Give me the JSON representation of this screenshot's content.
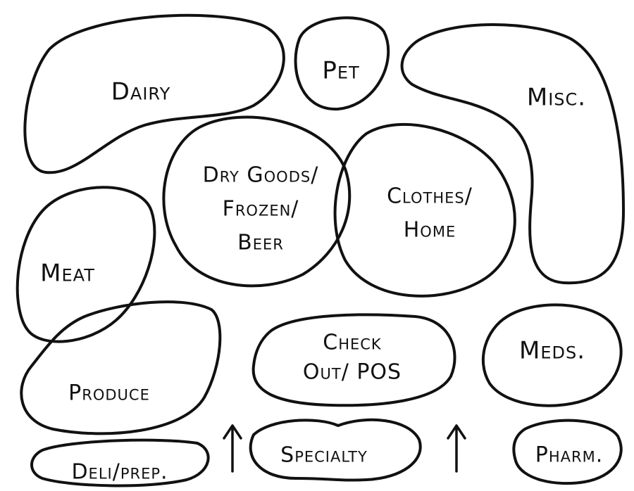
{
  "diagram": {
    "zones": [
      {
        "id": "dairy",
        "lines": [
          "Dairy"
        ]
      },
      {
        "id": "pet",
        "lines": [
          "Pet"
        ]
      },
      {
        "id": "misc",
        "lines": [
          "Misc."
        ]
      },
      {
        "id": "dry-goods",
        "lines": [
          "Dry Goods/",
          "Frozen/",
          "Beer"
        ]
      },
      {
        "id": "clothes-home",
        "lines": [
          "Clothes/",
          "Home"
        ]
      },
      {
        "id": "meat",
        "lines": [
          "Meat"
        ]
      },
      {
        "id": "checkout",
        "lines": [
          "Check",
          "Out/ POS"
        ]
      },
      {
        "id": "meds",
        "lines": [
          "Meds."
        ]
      },
      {
        "id": "produce",
        "lines": [
          "Produce"
        ]
      },
      {
        "id": "deli-prep",
        "lines": [
          "Deli/prep."
        ]
      },
      {
        "id": "specialty",
        "lines": [
          "Specialty"
        ]
      },
      {
        "id": "pharm",
        "lines": [
          "Pharm."
        ]
      }
    ],
    "arrows": [
      {
        "id": "entrance-left",
        "icon": "up-arrow-icon"
      },
      {
        "id": "entrance-right",
        "icon": "up-arrow-icon"
      }
    ],
    "colors": {
      "ink": "#111111",
      "paper": "#ffffff"
    }
  }
}
